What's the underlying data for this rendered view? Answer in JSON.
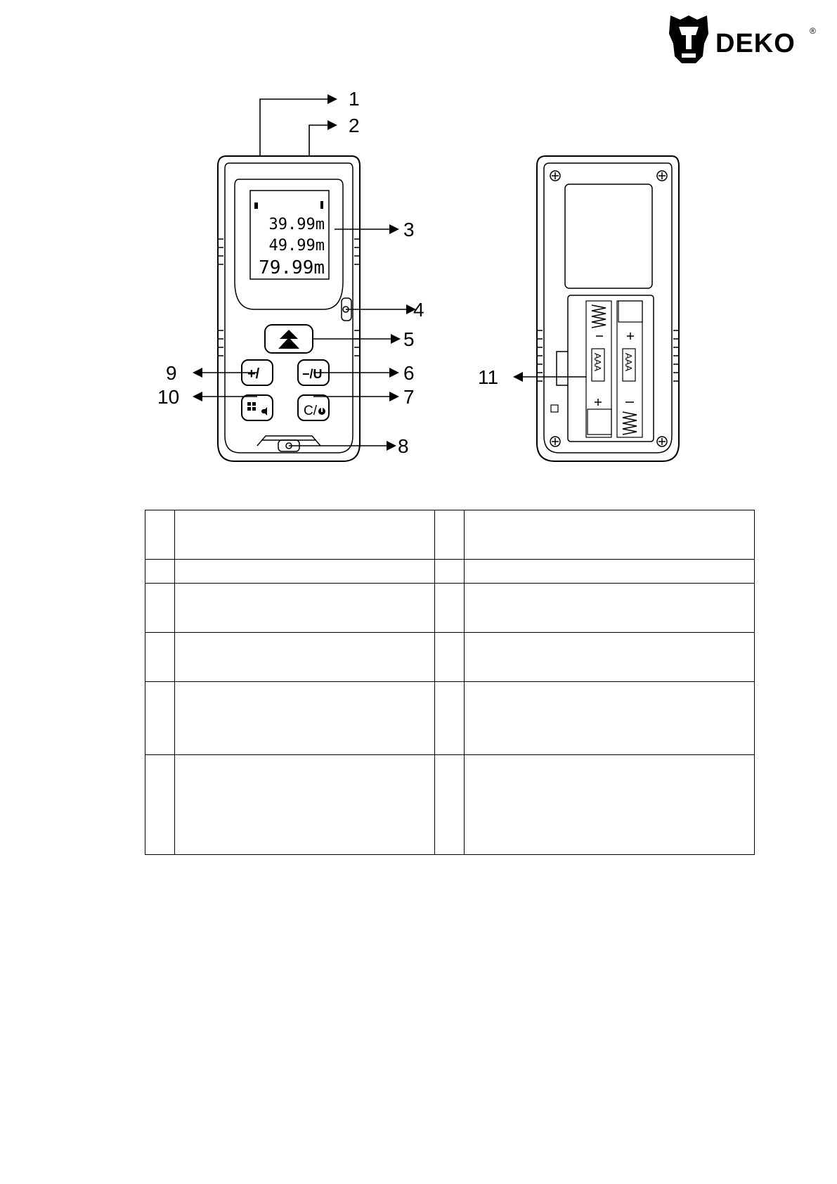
{
  "brand": {
    "name": "DEKO",
    "mark": "®"
  },
  "figure": {
    "callouts": [
      "1",
      "2",
      "3",
      "4",
      "5",
      "6",
      "7",
      "8",
      "9",
      "10",
      "11"
    ],
    "display": {
      "line1": "39.99m",
      "line2": "49.99m",
      "line3": "79.99m"
    },
    "buttons": {
      "measure": "measure-arrow-icon",
      "plus": "+/",
      "minus": "−/U",
      "clear": "C/",
      "menu": "grid-sound-icon"
    },
    "battery_label": "AAA"
  },
  "table": {
    "rows": [
      {
        "left_num": "",
        "left_text": "",
        "right_num": "",
        "right_text": ""
      },
      {
        "left_num": "",
        "left_text": "",
        "right_num": "",
        "right_text": ""
      },
      {
        "left_num": "",
        "left_text": "",
        "right_num": "",
        "right_text": ""
      },
      {
        "left_num": "",
        "left_text": "",
        "right_num": "",
        "right_text": ""
      },
      {
        "left_num": "",
        "left_text": "",
        "right_num": "",
        "right_text": ""
      },
      {
        "left_num": "",
        "left_text": "",
        "right_num": "",
        "right_text": ""
      }
    ]
  }
}
